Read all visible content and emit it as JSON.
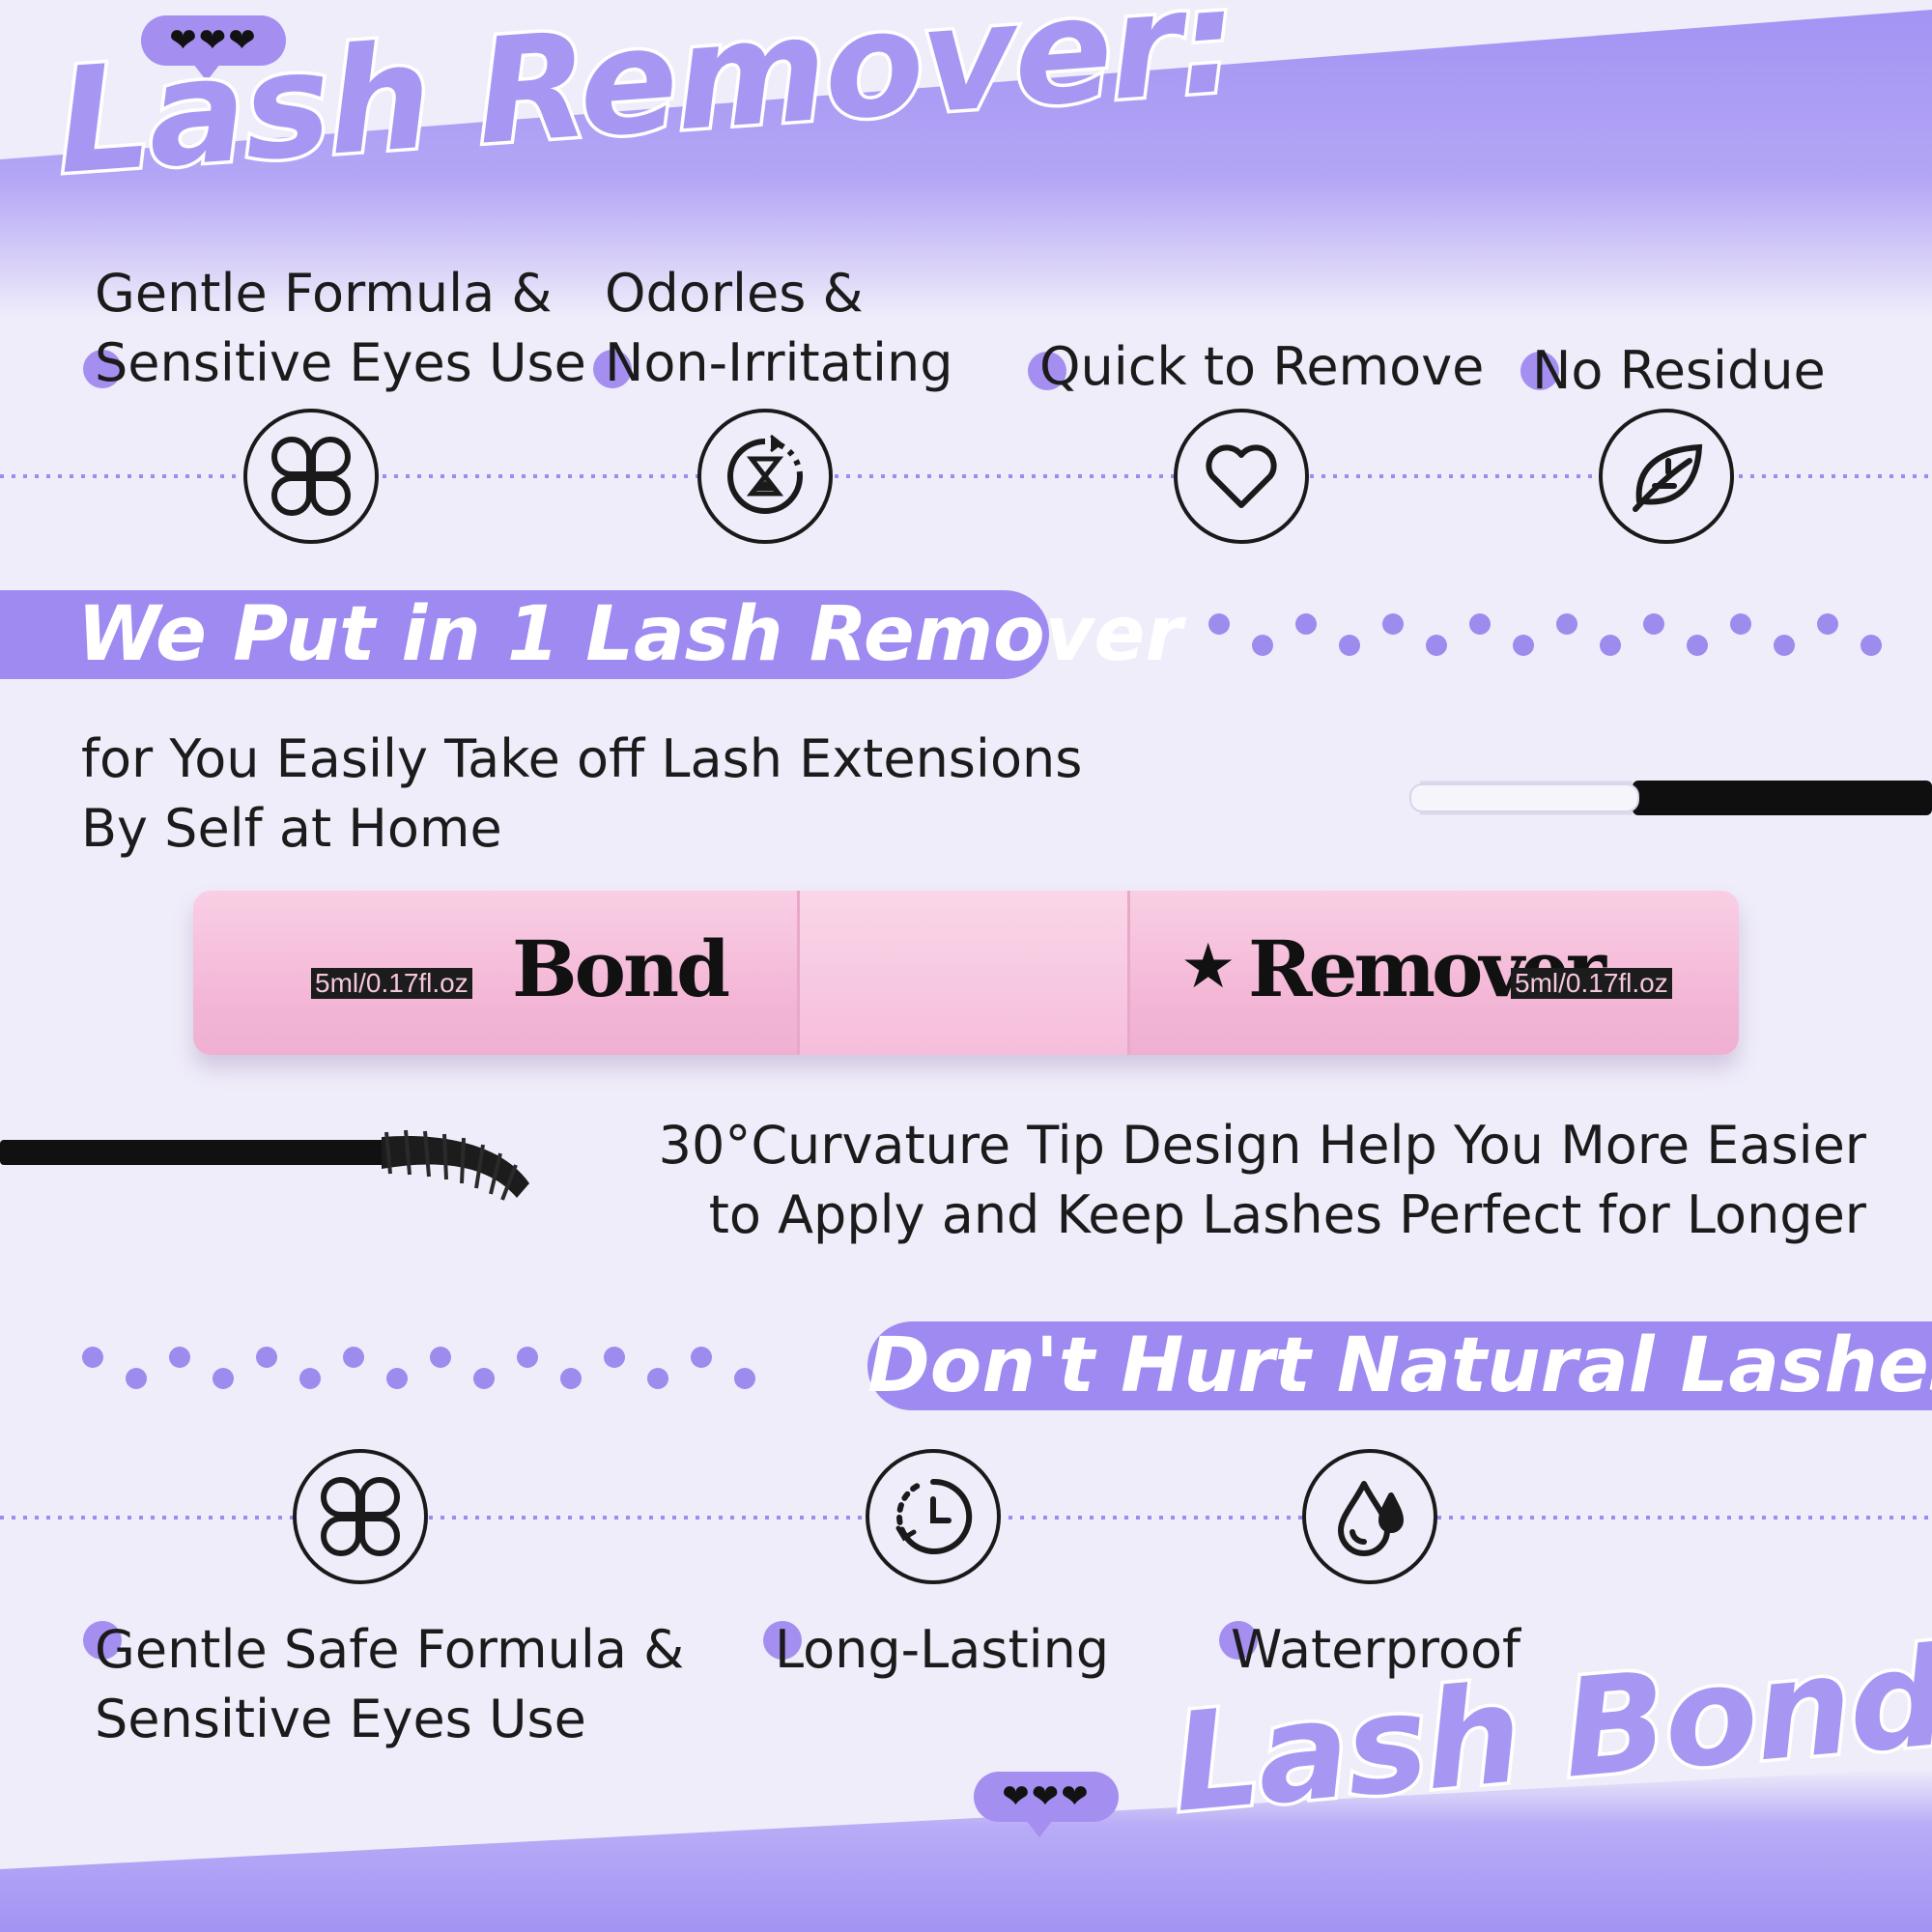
{
  "titles": {
    "remover": "Lash Remover:",
    "bond": "Lash Bond:"
  },
  "badges": {
    "hearts": "❤❤❤"
  },
  "remover_features": [
    {
      "line1": "Gentle Formula &",
      "line2": "Sensitive Eyes Use",
      "icon": "clover-icon"
    },
    {
      "line1": "Odorles &",
      "line2": "Non-Irritating",
      "icon": "hourglass-icon"
    },
    {
      "line1": "Quick to Remove",
      "line2": "",
      "icon": "heart-icon"
    },
    {
      "line1": "No Residue",
      "line2": "",
      "icon": "leaf-icon"
    }
  ],
  "banner_top": "We Put in 1 Lash Remover",
  "tagline": {
    "line1": "for You Easily Take off Lash Extensions",
    "line2": "By Self at Home"
  },
  "product": {
    "bond_volume": "5ml/0.17fl.oz",
    "bond_name": "Bond",
    "remover_star": "★",
    "remover_name": "Remover",
    "remover_volume": "5ml/0.17fl.oz"
  },
  "tip": {
    "line1": "30°Curvature Tip Design Help You More Easier",
    "line2": "to Apply and Keep Lashes Perfect for Longer"
  },
  "banner_bottom": "Don't Hurt Natural Lashes",
  "bond_features": [
    {
      "line1": "Gentle Safe Formula &",
      "line2": "Sensitive Eyes Use",
      "icon": "clover-icon"
    },
    {
      "line1": "Long-Lasting",
      "line2": "",
      "icon": "clock-icon"
    },
    {
      "line1": "Waterproof",
      "line2": "",
      "icon": "water-drop-icon"
    }
  ],
  "colors": {
    "accent": "#9e8af0",
    "background": "#f0edfa",
    "tube_pink": "#f5bedb",
    "text": "#1b1b1b"
  }
}
